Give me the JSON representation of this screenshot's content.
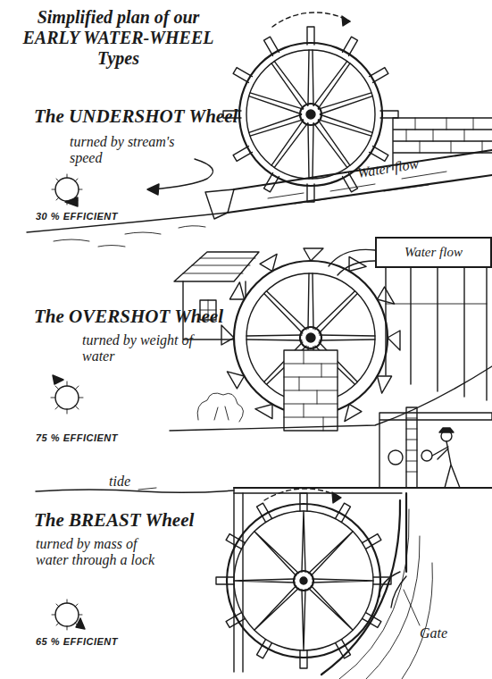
{
  "diagram": {
    "title": "Simplified plan of our EARLY WATER-WHEEL Types",
    "nodes": [
      {
        "text": [
          "Water flow"
        ]
      }
    ],
    "labels": [
      "The UNDERSHOT Wheel",
      "turned by stream's speed",
      "30 % EFFICIENT",
      "Water flow",
      "The OVERSHOT Wheel",
      "turned by weight of water",
      "75 % EFFICIENT",
      "tide",
      "The BREAST Wheel",
      "turned by mass of water through a lock",
      "65 % EFFICIENT",
      "Gate"
    ]
  }
}
